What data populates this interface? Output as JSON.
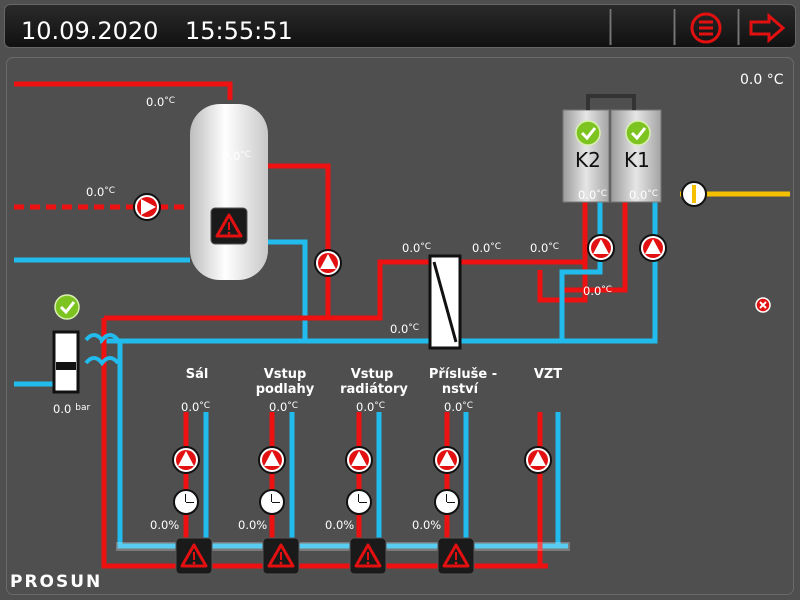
{
  "header": {
    "date": "10.09.2020",
    "time": "15:55:51",
    "menu_icon": "menu-icon",
    "next_icon": "arrow-right-icon"
  },
  "brand": "PROSUN",
  "outdoor_temp": "0.0 °C",
  "tank": {
    "temp_in": "0.0",
    "temp_top": "0.0",
    "unit": "°C"
  },
  "dhw": {
    "temp": "0.0",
    "unit": "°C"
  },
  "boilers": [
    {
      "name": "K2",
      "temp": "0.0",
      "unit": "°C"
    },
    {
      "name": "K1",
      "temp": "0.0",
      "unit": "°C"
    }
  ],
  "exchanger": {
    "t1": "0.0",
    "t2": "0.0",
    "t3": "0.0",
    "t4": "0.0",
    "t5": "0.0",
    "unit": "°C"
  },
  "pressure": {
    "value": "0.0",
    "unit": "bar"
  },
  "circuits": [
    {
      "name_l1": "Sál",
      "name_l2": "",
      "temp": "0.0",
      "unit": "°C",
      "valve": "0.0%"
    },
    {
      "name_l1": "Vstup",
      "name_l2": "podlahy",
      "temp": "0.0",
      "unit": "°C",
      "valve": "0.0%"
    },
    {
      "name_l1": "Vstup",
      "name_l2": "radiátory",
      "temp": "0.0",
      "unit": "°C",
      "valve": "0.0%"
    },
    {
      "name_l1": "Přísluše -",
      "name_l2": "nství",
      "temp": "0.0",
      "unit": "°C",
      "valve": "0.0%"
    },
    {
      "name_l1": "VZT",
      "name_l2": ""
    }
  ],
  "colors": {
    "hot": "#ee1111",
    "cold": "#22bbee",
    "gas": "#f5c000",
    "ok": "#7dc420",
    "alarm": "#e21010"
  }
}
